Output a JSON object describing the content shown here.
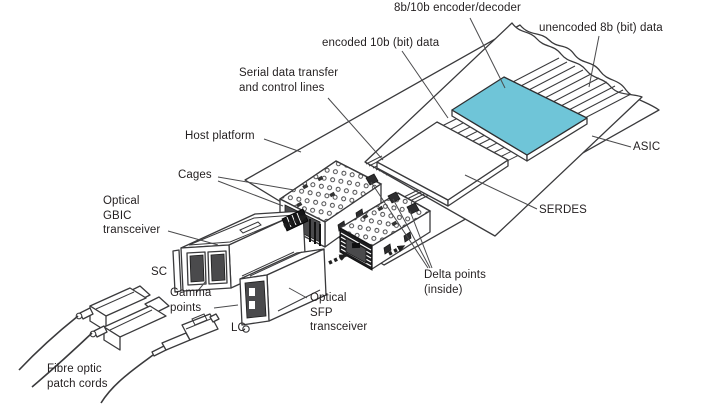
{
  "figure_type": "isometric-technical-diagram",
  "labels": {
    "encoder_decoder": "8b/10b encoder/decoder",
    "unencoded_data": "unencoded 8b (bit) data",
    "encoded_data": "encoded 10b (bit) data",
    "serial_transfer": "Serial data transfer\nand control lines",
    "host_platform": "Host platform",
    "cages": "Cages",
    "gbic": "Optical\nGBIC\ntransceiver",
    "sc": "SC",
    "gamma_points": "Gamma\npoints",
    "lc": "LC",
    "sfp": "Optical\nSFP\ntransceiver",
    "fibre_cords": "Fibre optic\npatch cords",
    "serdes": "SERDES",
    "asic": "ASIC",
    "delta_points": "Delta points\n(inside)"
  },
  "colors": {
    "encoder_chip_fill": "#6fc5d8",
    "line": "#3a3a3c",
    "text": "#231f20",
    "background": "#ffffff"
  }
}
